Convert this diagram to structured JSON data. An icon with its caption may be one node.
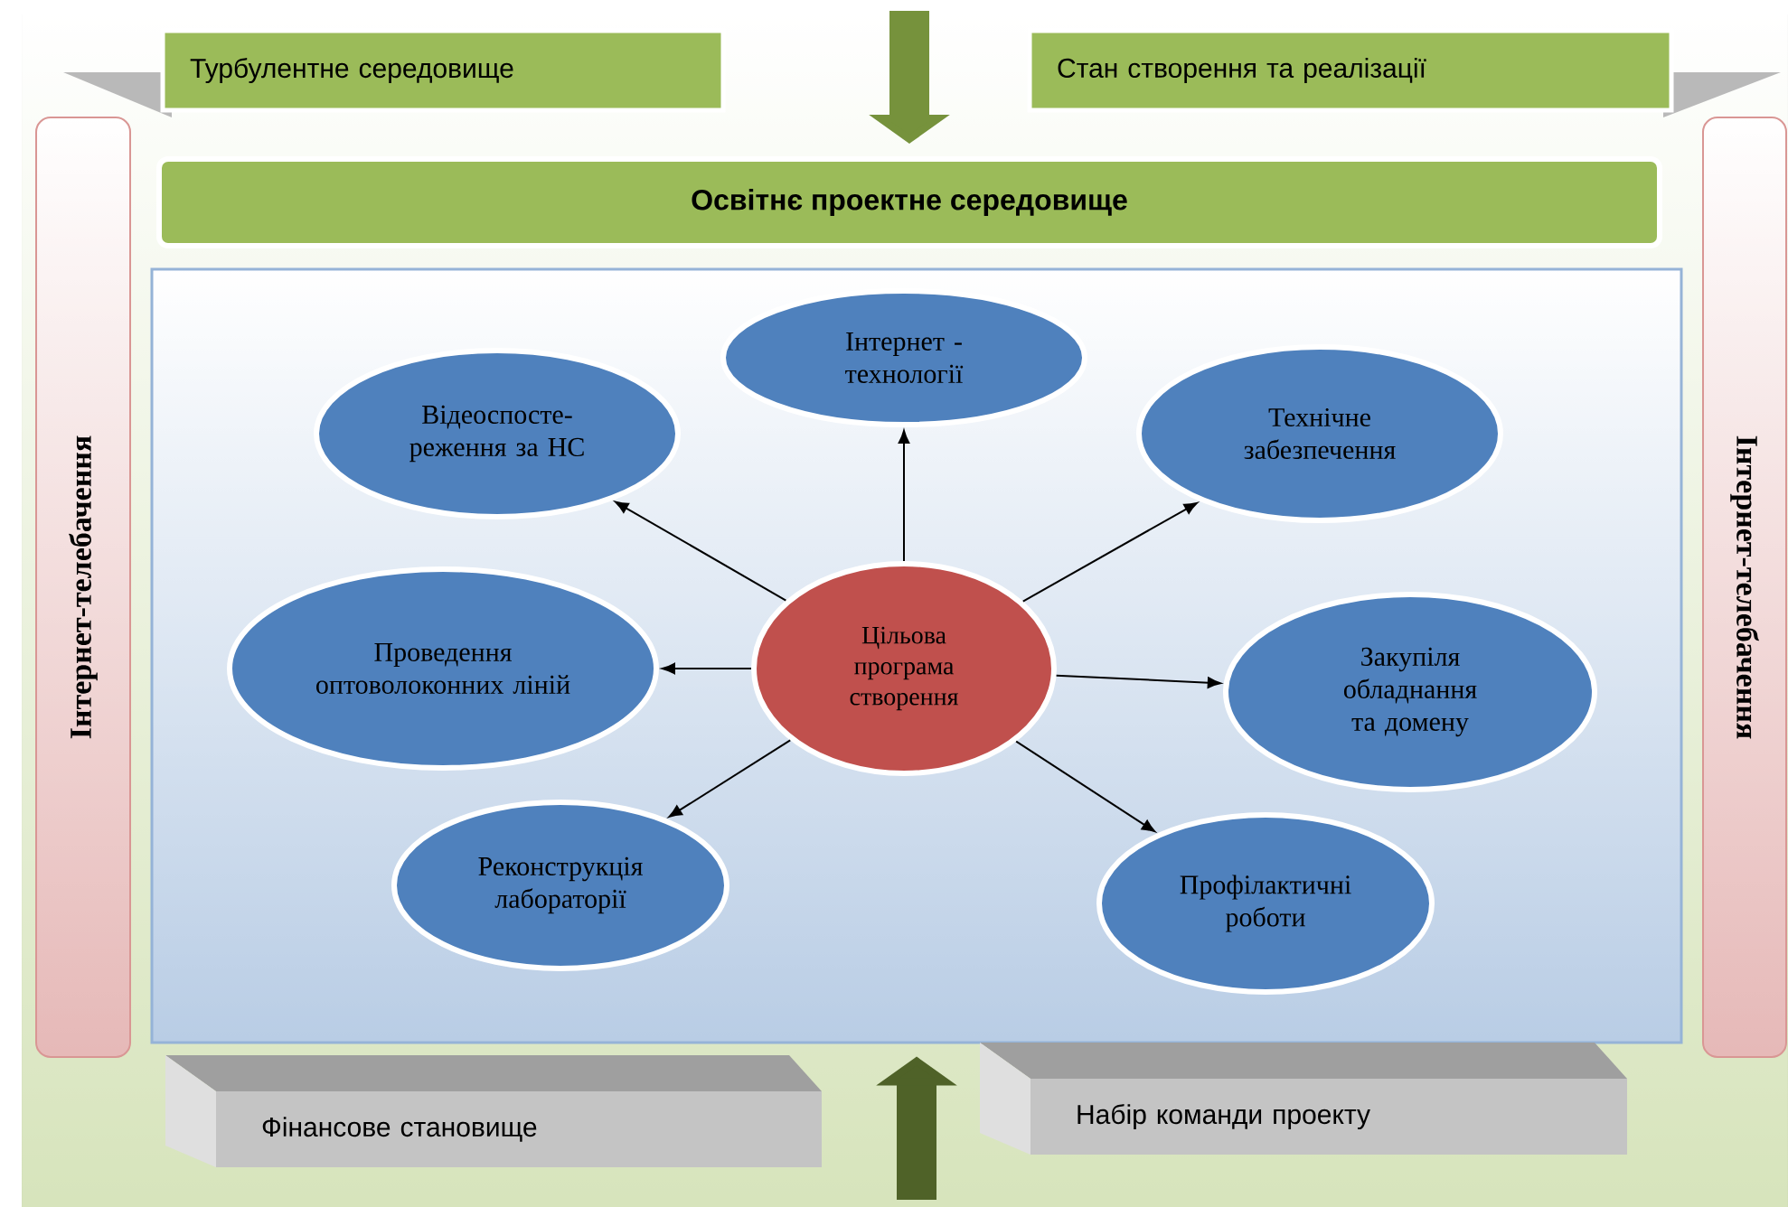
{
  "diagram": {
    "nodes": [
      {
        "text": [
          "Турбулентне середовище"
        ]
      },
      {
        "text": [
          "Стан створення та реалізації"
        ]
      },
      {
        "text": [
          "Інтернет-телебачення"
        ]
      },
      {
        "text": [
          "Інтернет-телебачення"
        ]
      },
      {
        "text": [
          "Освітнє проектне середовище"
        ]
      },
      {
        "text": [],
        "shape": "box"
      },
      {
        "text": [
          "Цільова програма створення"
        ],
        "in": 5
      },
      {
        "text": [
          "Відеоспосте-реження за НС"
        ],
        "in": 5
      },
      {
        "text": [
          "Інтернет - технології"
        ],
        "in": 5
      },
      {
        "text": [
          "Технічне забезпечення"
        ],
        "in": 5
      },
      {
        "text": [
          "Проведення оптоволоконних ліній"
        ],
        "in": 5
      },
      {
        "text": [
          "Закупіля обладнання та домену"
        ],
        "in": 5
      },
      {
        "text": [
          "Реконструкція лабораторії"
        ],
        "in": 5
      },
      {
        "text": [
          "Профілактичні роботи"
        ],
        "in": 5
      },
      {
        "text": [
          "Фінансове становище"
        ]
      },
      {
        "text": [
          "Набір команди проекту"
        ]
      }
    ],
    "edges": [
      {
        "from": 6,
        "to": 7,
        "arrow": "to"
      },
      {
        "from": 6,
        "to": 8,
        "arrow": "to"
      },
      {
        "from": 6,
        "to": 9,
        "arrow": "to"
      },
      {
        "from": 6,
        "to": 10,
        "arrow": "to"
      },
      {
        "from": 6,
        "to": 11,
        "arrow": "to"
      },
      {
        "from": 6,
        "to": 12,
        "arrow": "to"
      },
      {
        "from": 6,
        "to": 13,
        "arrow": "to"
      },
      {
        "from": null,
        "to": 4,
        "arrow": "to",
        "style": "thick",
        "color": "#76923c"
      },
      {
        "from": null,
        "to": 5,
        "arrow": "to",
        "style": "thick",
        "color": "#4f6228"
      }
    ]
  }
}
